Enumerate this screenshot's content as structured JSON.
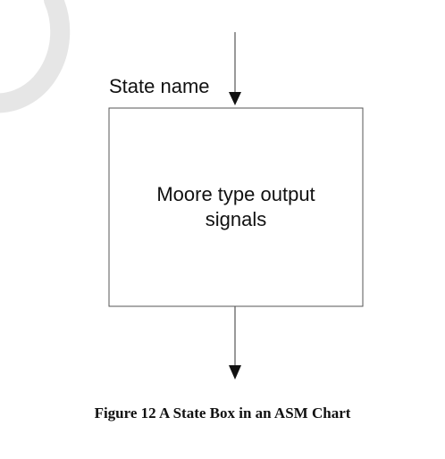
{
  "diagram": {
    "state_label": "State name",
    "box_text_line1": "Moore type output",
    "box_text_line2": "signals",
    "caption": "Figure 12 A State Box in an ASM Chart"
  },
  "colors": {
    "stroke": "#555555",
    "text": "#111111",
    "arc_decoration": "#e6e6e6"
  }
}
